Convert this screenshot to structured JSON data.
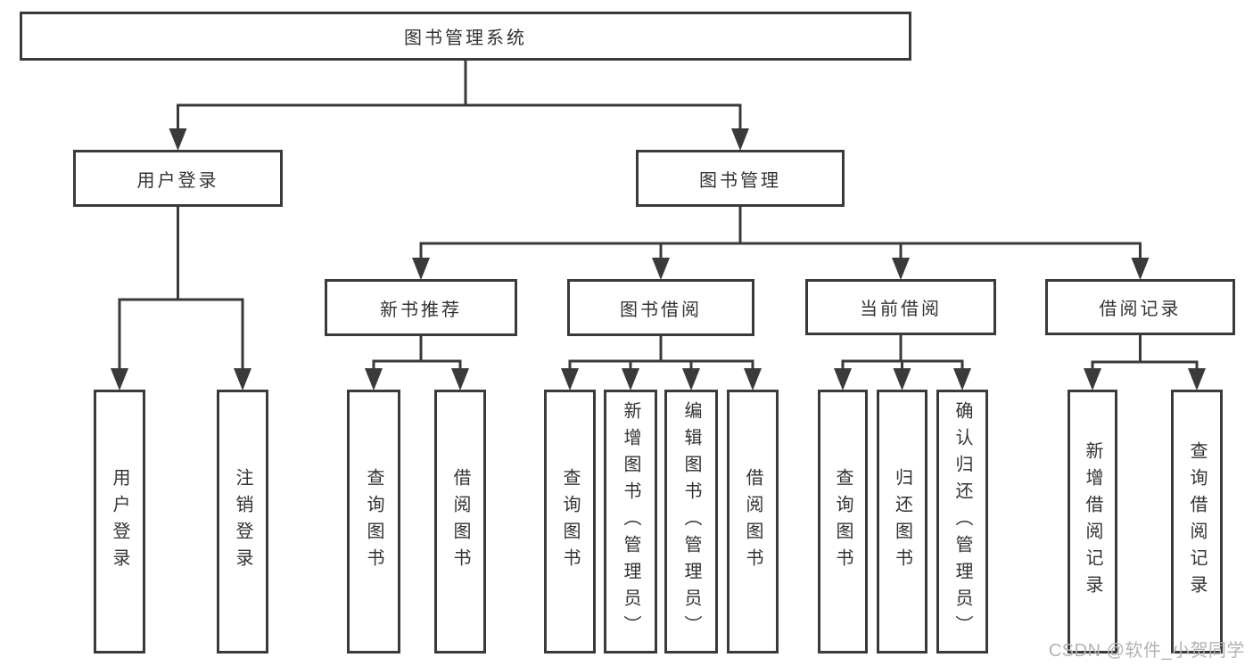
{
  "diagram": {
    "nodes": [
      {
        "id": "system",
        "label": "图书管理系统",
        "orient": "h",
        "parent": null
      },
      {
        "id": "user-login",
        "label": "用户登录",
        "orient": "h",
        "parent": "system"
      },
      {
        "id": "book-mgmt",
        "label": "图书管理",
        "orient": "h",
        "parent": "system"
      },
      {
        "id": "login",
        "label": "用户登录",
        "orient": "v",
        "parent": "user-login"
      },
      {
        "id": "logout",
        "label": "注销登录",
        "orient": "v",
        "parent": "user-login"
      },
      {
        "id": "new-book-rec",
        "label": "新书推荐",
        "orient": "h",
        "parent": "book-mgmt"
      },
      {
        "id": "book-borrow",
        "label": "图书借阅",
        "orient": "h",
        "parent": "book-mgmt"
      },
      {
        "id": "current-borrow",
        "label": "当前借阅",
        "orient": "h",
        "parent": "book-mgmt"
      },
      {
        "id": "borrow-records",
        "label": "借阅记录",
        "orient": "h",
        "parent": "book-mgmt"
      },
      {
        "id": "rec-query-book",
        "label": "查询图书",
        "orient": "v",
        "parent": "new-book-rec"
      },
      {
        "id": "rec-borrow-book",
        "label": "借阅图书",
        "orient": "v",
        "parent": "new-book-rec"
      },
      {
        "id": "bb-query-book",
        "label": "查询图书",
        "orient": "v",
        "parent": "book-borrow"
      },
      {
        "id": "bb-add-book",
        "label": "新增图书（管理员）",
        "orient": "v",
        "parent": "book-borrow"
      },
      {
        "id": "bb-edit-book",
        "label": "编辑图书（管理员）",
        "orient": "v",
        "parent": "book-borrow"
      },
      {
        "id": "bb-borrow-book",
        "label": "借阅图书",
        "orient": "v",
        "parent": "book-borrow"
      },
      {
        "id": "cb-query-book",
        "label": "查询图书",
        "orient": "v",
        "parent": "current-borrow"
      },
      {
        "id": "cb-return-book",
        "label": "归还图书",
        "orient": "v",
        "parent": "current-borrow"
      },
      {
        "id": "cb-confirm-return",
        "label": "确认归还（管理员）",
        "orient": "v",
        "parent": "current-borrow"
      },
      {
        "id": "br-add-record",
        "label": "新增借阅记录",
        "orient": "v",
        "parent": "borrow-records"
      },
      {
        "id": "br-query-record",
        "label": "查询借阅记录",
        "orient": "v",
        "parent": "borrow-records"
      }
    ]
  },
  "watermark": {
    "text": "CSDN @软件_小贺同学"
  },
  "colors": {
    "line": "#3a3a3a",
    "text": "#333333",
    "watermark": "#b3b3b3",
    "background": "#ffffff"
  }
}
